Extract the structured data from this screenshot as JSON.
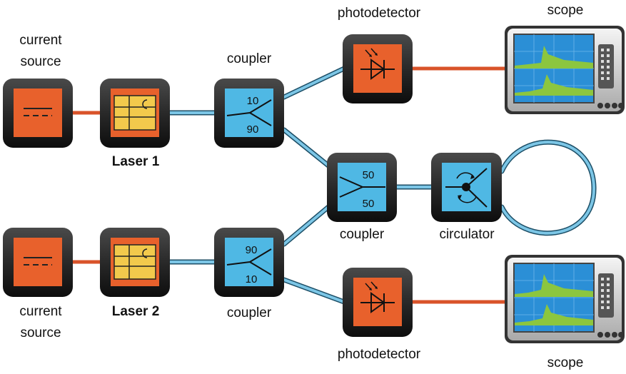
{
  "labels": {
    "current_source_top": [
      "current",
      "source"
    ],
    "current_source_bottom": [
      "current",
      "source"
    ],
    "laser1": "Laser 1",
    "laser2": "Laser 2",
    "coupler_top": "coupler",
    "coupler_middle": "coupler",
    "coupler_bottom": "coupler",
    "photodetector_top": "photodetector",
    "photodetector_bottom": "photodetector",
    "circulator": "circulator",
    "scope_top": "scope",
    "scope_bottom": "scope"
  },
  "ratios": {
    "coupler_top": [
      "10",
      "90"
    ],
    "coupler_bottom": [
      "90",
      "10"
    ],
    "coupler_middle": [
      "50",
      "50"
    ]
  },
  "colors": {
    "electrical_line": "#d9532a",
    "fiber_line": "#7cc6e6",
    "source_face": "#e8612c",
    "laser_face": "#f2c94c",
    "coupler_face": "#4fb8e4",
    "screen_bg": "#2b8fd6",
    "trace": "#8cc63f"
  }
}
